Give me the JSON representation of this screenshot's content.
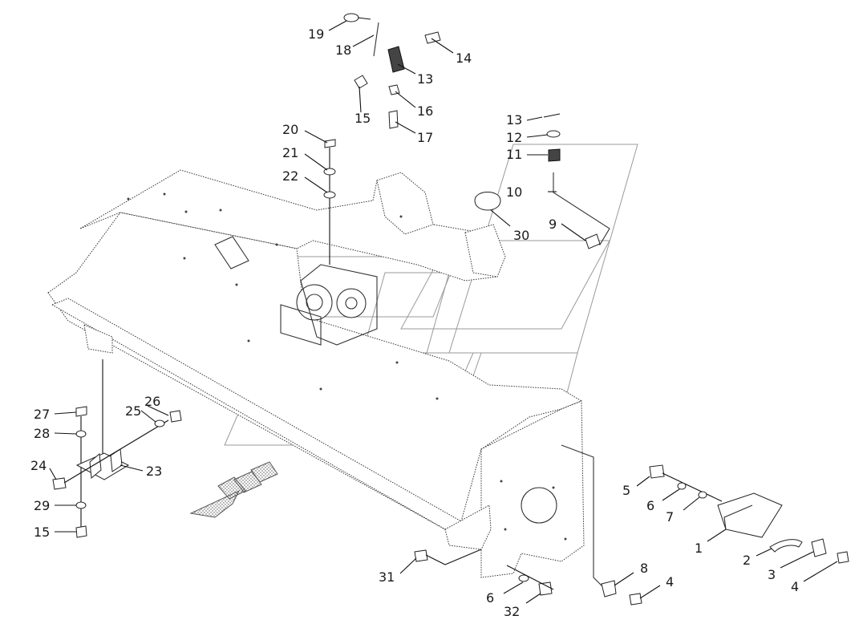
{
  "callouts": [
    {
      "id": "c19a",
      "label": "19"
    },
    {
      "id": "c18",
      "label": "18"
    },
    {
      "id": "c14",
      "label": "14"
    },
    {
      "id": "c13a",
      "label": "13"
    },
    {
      "id": "c15a",
      "label": "15"
    },
    {
      "id": "c16",
      "label": "16"
    },
    {
      "id": "c17",
      "label": "17"
    },
    {
      "id": "c20",
      "label": "20"
    },
    {
      "id": "c21",
      "label": "21"
    },
    {
      "id": "c22",
      "label": "22"
    },
    {
      "id": "c13b",
      "label": "13"
    },
    {
      "id": "c12",
      "label": "12"
    },
    {
      "id": "c11",
      "label": "11"
    },
    {
      "id": "c10",
      "label": "10"
    },
    {
      "id": "c9",
      "label": "9"
    },
    {
      "id": "c30",
      "label": "30"
    },
    {
      "id": "c27",
      "label": "27"
    },
    {
      "id": "c26",
      "label": "26"
    },
    {
      "id": "c25",
      "label": "25"
    },
    {
      "id": "c28",
      "label": "28"
    },
    {
      "id": "c24",
      "label": "24"
    },
    {
      "id": "c23",
      "label": "23"
    },
    {
      "id": "c29",
      "label": "29"
    },
    {
      "id": "c15b",
      "label": "15"
    },
    {
      "id": "c5",
      "label": "5"
    },
    {
      "id": "c6a",
      "label": "6"
    },
    {
      "id": "c7",
      "label": "7"
    },
    {
      "id": "c1",
      "label": "1"
    },
    {
      "id": "c2",
      "label": "2"
    },
    {
      "id": "c3",
      "label": "3"
    },
    {
      "id": "c4a",
      "label": "4"
    },
    {
      "id": "c8",
      "label": "8"
    },
    {
      "id": "c4b",
      "label": "4"
    },
    {
      "id": "c31",
      "label": "31"
    },
    {
      "id": "c6b",
      "label": "6"
    },
    {
      "id": "c32",
      "label": "32"
    }
  ]
}
